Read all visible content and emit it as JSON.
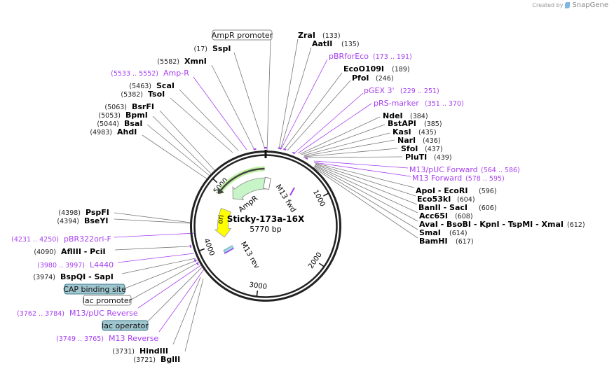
{
  "credit": {
    "created_by": "Created by",
    "brand": "SnapGene"
  },
  "map": {
    "title": "Sticky-173a-16X",
    "length": "5770 bp",
    "ticks": [
      "1000",
      "2000",
      "3000",
      "4000",
      "5000"
    ],
    "features": {
      "ampr": "AmpR",
      "ori": "ori",
      "m13fwd": "M13 fwd",
      "m13rev": "M13 rev"
    },
    "colors": {
      "primer": "#a63ef0",
      "ampr": "#c8f5c8",
      "ori": "#ffff00",
      "box_fill": "#9fc6cf"
    }
  },
  "sites": [
    {
      "name": "SspI",
      "pos": "(17)"
    },
    {
      "name": "XmnI",
      "pos": "(5582)"
    },
    {
      "name": "ScaI",
      "pos": "(5463)"
    },
    {
      "name": "TsoI",
      "pos": "(5382)"
    },
    {
      "name": "BsrFI",
      "pos": "(5063)"
    },
    {
      "name": "BpmI",
      "pos": "(5053)"
    },
    {
      "name": "BsaI",
      "pos": "(5044)"
    },
    {
      "name": "AhdI",
      "pos": "(4983)"
    },
    {
      "name": "PspFI",
      "pos": "(4398)"
    },
    {
      "name": "BseYI",
      "pos": "(4394)"
    },
    {
      "name": "AflIII  - PciI",
      "pos": "(4090)"
    },
    {
      "name": "BspQI  - SapI",
      "pos": "(3974)"
    },
    {
      "name": "HindIII",
      "pos": "(3731)"
    },
    {
      "name": "BglII",
      "pos": "(3721)"
    },
    {
      "name": "ZraI",
      "pos": "(133)"
    },
    {
      "name": "AatII",
      "pos": "(135)"
    },
    {
      "name": "EcoO109I",
      "pos": "(189)"
    },
    {
      "name": "PfoI",
      "pos": "(246)"
    },
    {
      "name": "NdeI",
      "pos": "(384)"
    },
    {
      "name": "BstAPI",
      "pos": "(385)"
    },
    {
      "name": "KasI",
      "pos": "(435)"
    },
    {
      "name": "NarI",
      "pos": "(436)"
    },
    {
      "name": "SfoI",
      "pos": "(437)"
    },
    {
      "name": "PluTI",
      "pos": "(439)"
    },
    {
      "name": "ApoI  - EcoRI",
      "pos": "(596)"
    },
    {
      "name": "Eco53kI",
      "pos": "(604)"
    },
    {
      "name": "BanII  - SacI",
      "pos": "(606)"
    },
    {
      "name": "Acc65I",
      "pos": "(608)"
    },
    {
      "name": "AvaI  - BsoBI  - KpnI  - TspMI  - XmaI",
      "pos": "(612)"
    },
    {
      "name": "SmaI",
      "pos": "(614)"
    },
    {
      "name": "BamHI",
      "pos": "(617)"
    }
  ],
  "primers": [
    {
      "name": "Amp-R",
      "range": "(5533 .. 5552)"
    },
    {
      "name": "pBR322ori-F",
      "range": "(4231 .. 4250)"
    },
    {
      "name": "L4440",
      "range": "(3980 .. 3997)"
    },
    {
      "name": "M13/pUC Reverse",
      "range": "(3762 .. 3784)"
    },
    {
      "name": "M13 Reverse",
      "range": "(3749 .. 3765)"
    },
    {
      "name": "pBRforEco",
      "range": "(173 .. 191)"
    },
    {
      "name": "pGEX 3'",
      "range": "(229 .. 251)"
    },
    {
      "name": "pRS-marker",
      "range": "(351 .. 370)"
    },
    {
      "name": "M13/pUC Forward",
      "range": "(564 .. 586)"
    },
    {
      "name": "M13 Forward",
      "range": "(578 .. 595)"
    }
  ],
  "boxes": [
    {
      "label": "AmpR promoter",
      "filled": false
    },
    {
      "label": "CAP binding site",
      "filled": true
    },
    {
      "label": "lac promoter",
      "filled": false
    },
    {
      "label": "lac operator",
      "filled": true
    }
  ]
}
